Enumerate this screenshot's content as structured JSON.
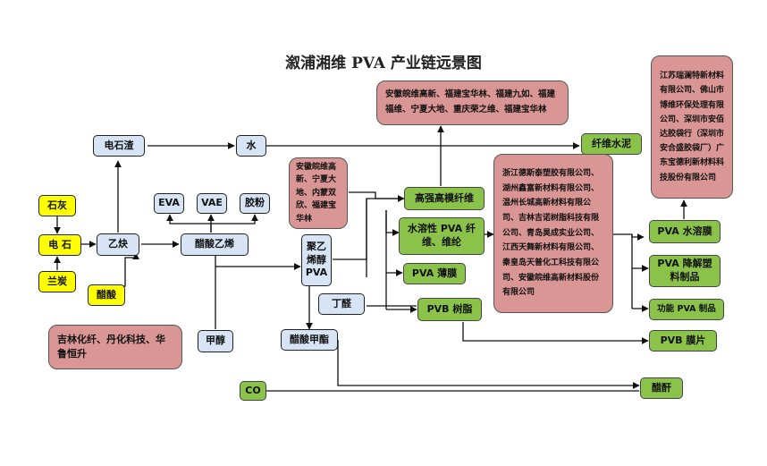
{
  "title": "溆浦湘维 PVA 产业链远景图",
  "nodes": {
    "shihui": "石灰",
    "dianshi": "电 石",
    "lantan": "兰炭",
    "cusuan": "醋酸",
    "dianshizha": "电石渣",
    "shui": "水",
    "yiqu": "乙炔",
    "eva": "EVA",
    "vae": "VAE",
    "jiaofen": "胶粉",
    "cusuanyixi": "醋酸乙烯",
    "jiachun": "甲醇",
    "pva": "聚乙烯醇PVA",
    "dingquan": "丁醛",
    "cusuanjiazhi": "醋酸甲酯",
    "co": "CO",
    "cuganw": "醋酐",
    "xianweishuini": "纤维水泥",
    "gaoqiang": "高强高模纤维",
    "shuirong": "水溶性 PVA 纤维、维纶",
    "pvabaomo": "PVA 薄膜",
    "pvbshuzhi": "PVB 树脂",
    "pvashuirongmo": "PVA 水溶膜",
    "pvajiangjie": "PVA 降解塑料制品",
    "gongneng": "功能 PVA 制品",
    "pvbmopian": "PVB 膜片"
  },
  "companies": {
    "jilin": "吉林化纤、丹化科技、华鲁恒升",
    "top": "安徽皖维高新、福建宝华林、福建九如、福建福维、宁夏大地、重庆荣之维、福建宝华林",
    "left": "安徽皖维高新、宁夏大地、内蒙双欣、福建宝华林",
    "center": "浙江德斯泰塑胶有限公司、湖州鑫富新材料有限公司、温州长城高新材料有限公司、吉林吉诺树脂科技有限公司、青岛昊成实业公司、江西天舞新材料有限公司、秦皇岛天普化工科技有限公司、安徽皖维高新材料股份有限公司",
    "right": "江苏瑞澜特新材料有限公司、佛山市博维环保处理有限公司、深圳市安佰达胶袋行（深圳市安合盛胶袋厂）广东宝德利新材料科技股份有限公司"
  },
  "colors": {
    "yellow": "#ffff00",
    "blue": "#d6e4f5",
    "green": "#8bc34a",
    "pink": "#d99694"
  }
}
